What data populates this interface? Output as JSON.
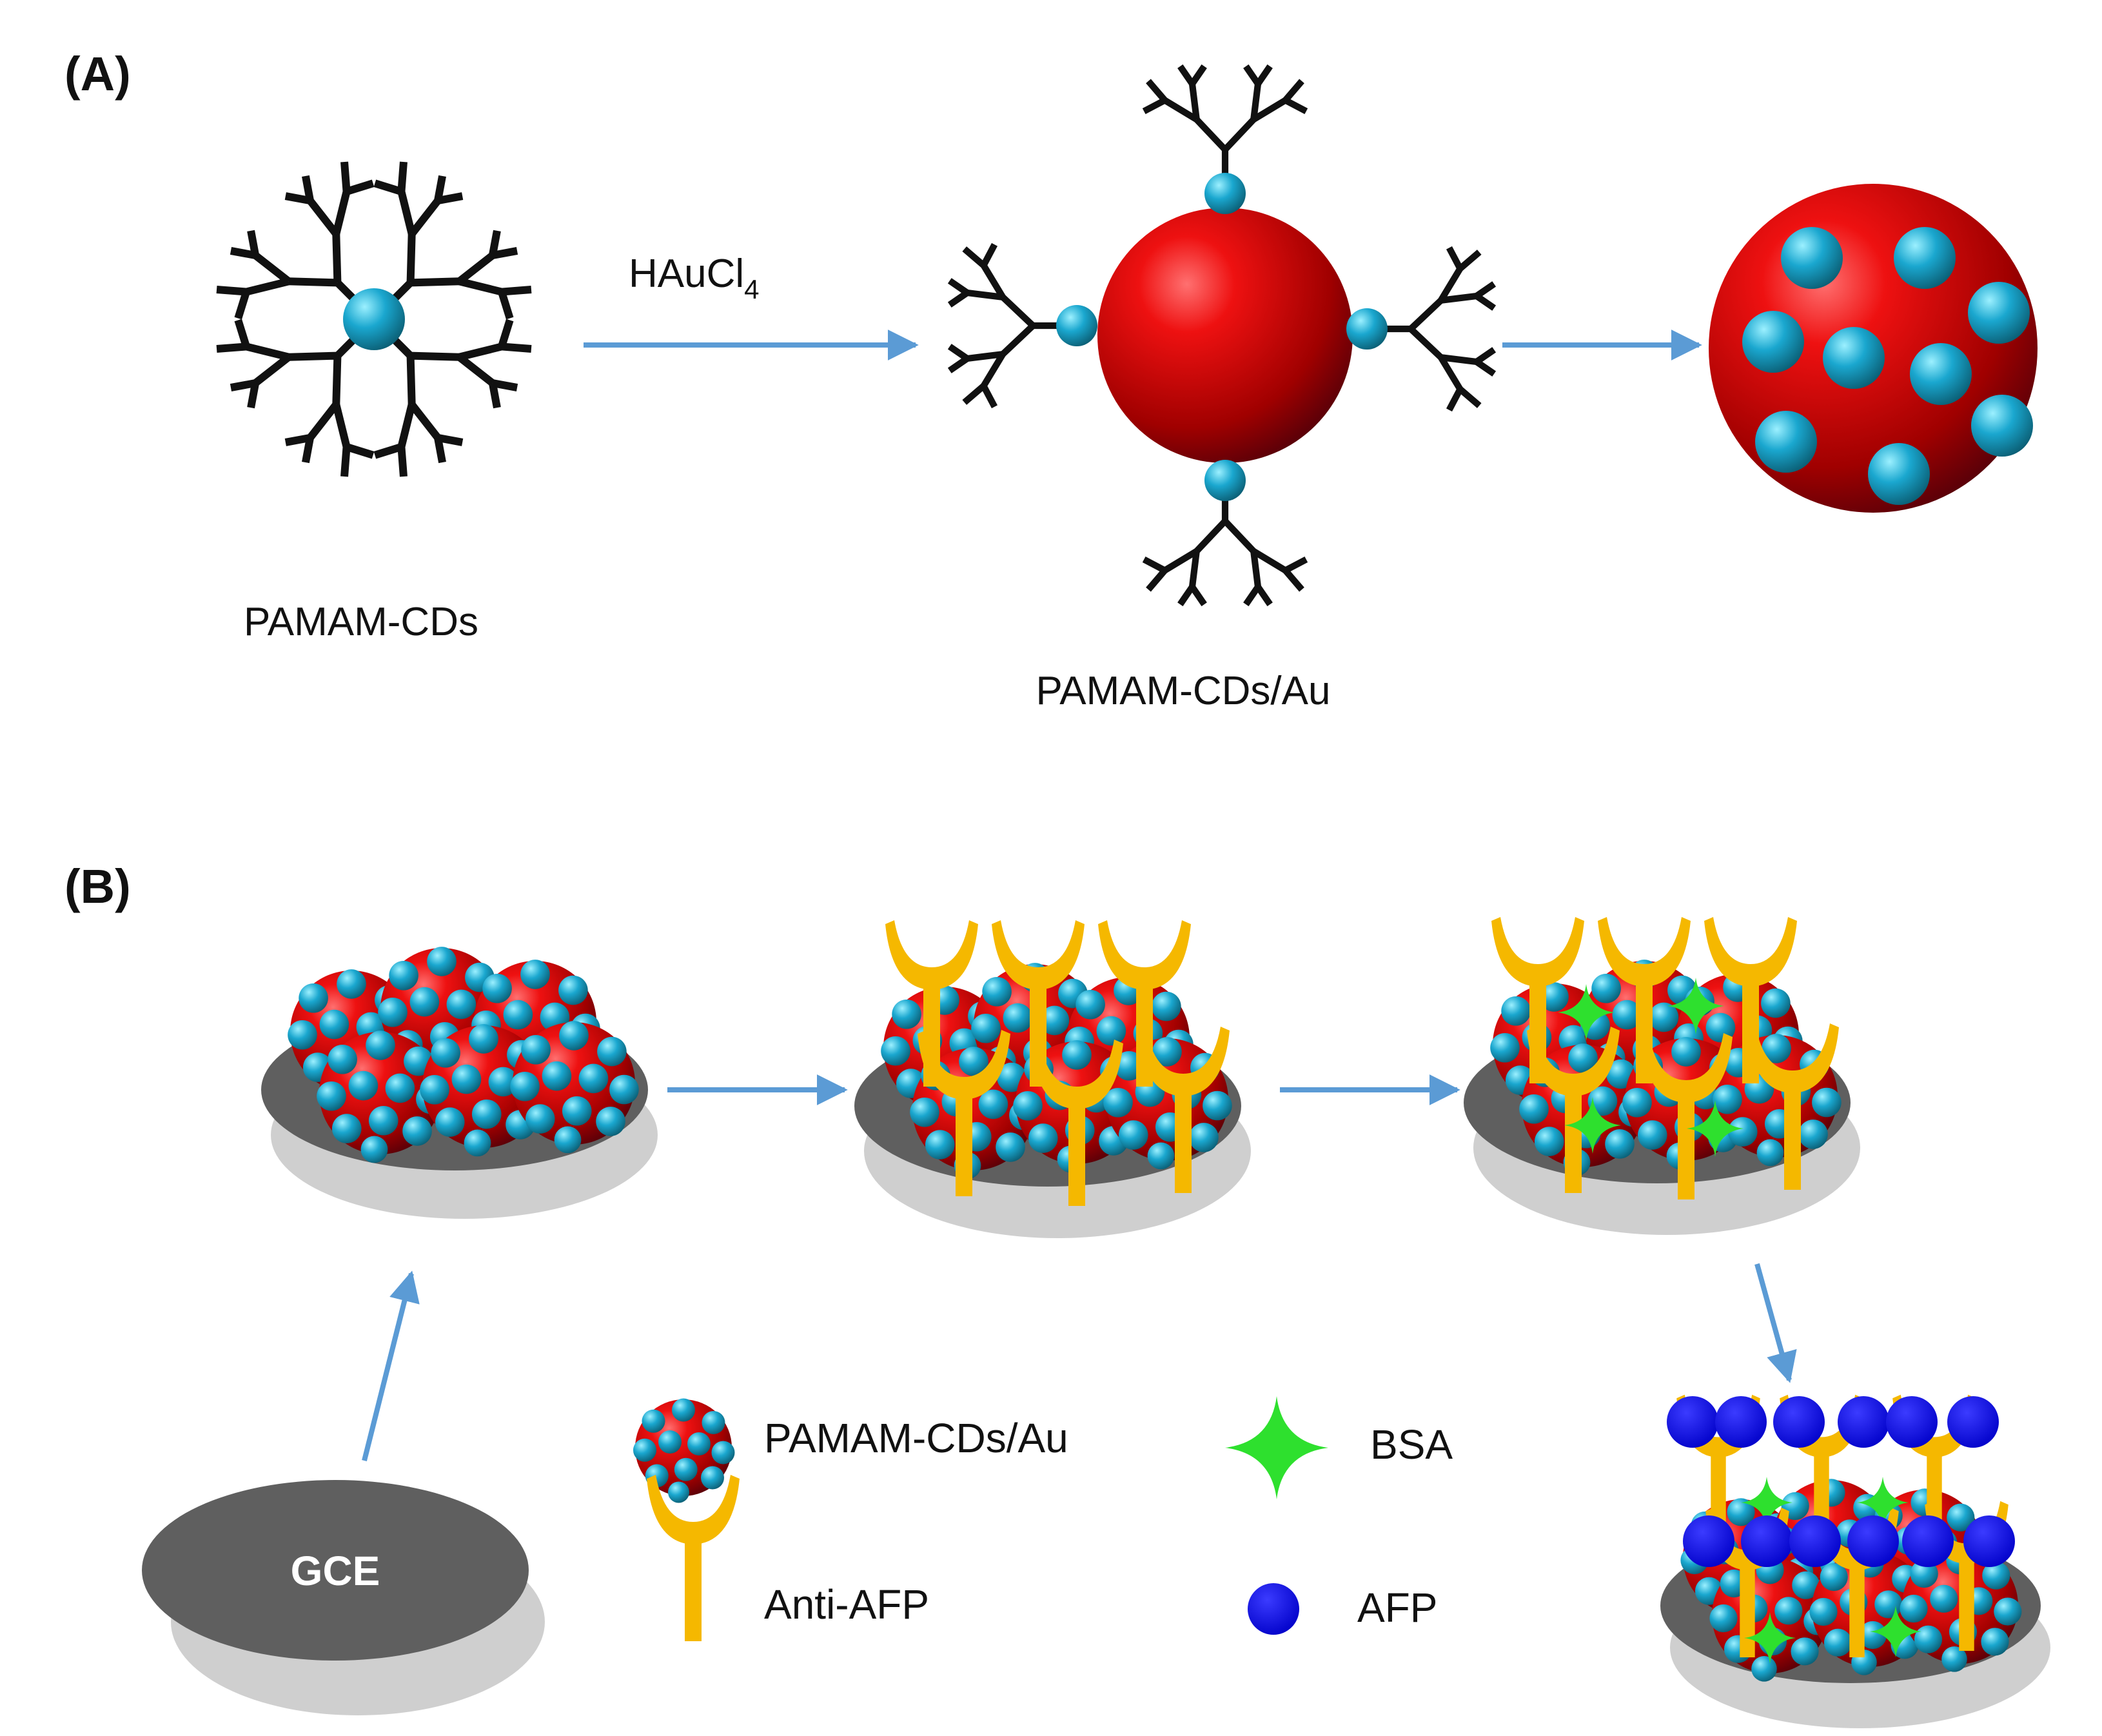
{
  "panel_a": {
    "label": "(A)",
    "reagent_main": "HAuCl",
    "reagent_sub": "4",
    "dendrimer_label": "PAMAM-CDs",
    "composite_label": "PAMAM-CDs/Au"
  },
  "panel_b": {
    "label": "(B)",
    "electrode_label": "GCE"
  },
  "legend": {
    "nanocomposite": "PAMAM-CDs/Au",
    "antibody": "Anti-AFP",
    "blocker": "BSA",
    "antigen": "AFP"
  },
  "colors": {
    "arrow": "#5b9bd5",
    "gold_sphere": "#c00000",
    "carbon_dot": "#1aa7cf",
    "antibody": "#f5b800",
    "bsa": "#2ee02e",
    "afp": "#0000e6",
    "electrode": "#5f5f5f",
    "shadow": "#cfcfcf",
    "dendrimer": "#111111"
  }
}
